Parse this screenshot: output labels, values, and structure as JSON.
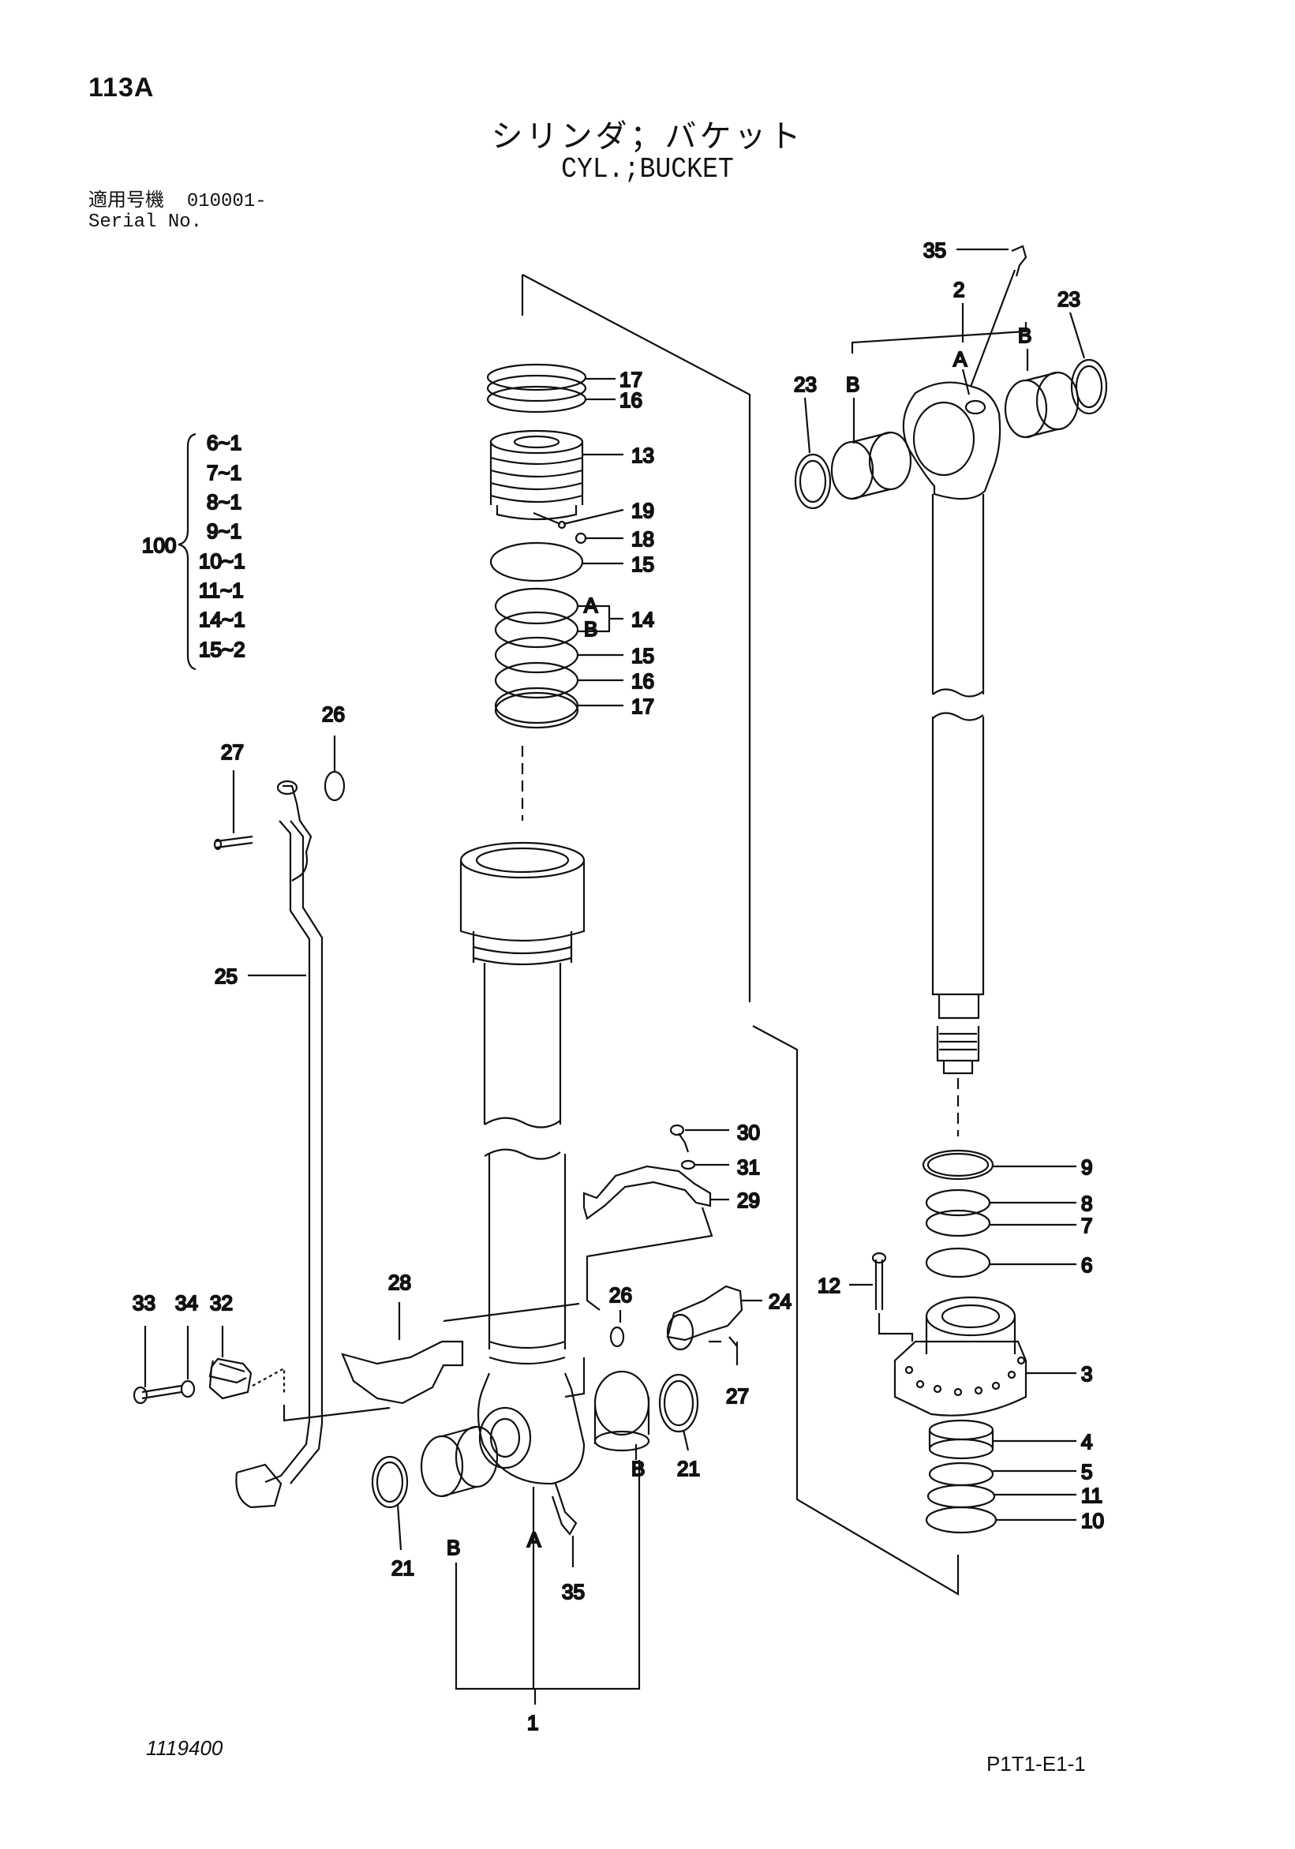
{
  "header": {
    "page_number": "113A",
    "title_jp": "シリンダ；バケット",
    "title_en": "CYL.;BUCKET",
    "serial_label_jp": "適用号機",
    "serial_value": "010001-",
    "serial_label_en": "Serial No."
  },
  "footer": {
    "drawing_number": "1119400",
    "reference_code": "P1T1-E1-1"
  },
  "kit": {
    "label": "100",
    "items": [
      "6~1",
      "7~1",
      "8~1",
      "9~1",
      "10~1",
      "11~1",
      "14~1",
      "15~2"
    ]
  },
  "callouts": {
    "p1": "1",
    "p2": "2",
    "p3": "3",
    "p4": "4",
    "p5": "5",
    "p6": "6",
    "p7": "7",
    "p8": "8",
    "p9": "9",
    "p10": "10",
    "p11": "11",
    "p12": "12",
    "p13": "13",
    "p14": "14",
    "p15": "15",
    "p16": "16",
    "p17": "17",
    "p18": "18",
    "p19": "19",
    "p21": "21",
    "p23": "23",
    "p24": "24",
    "p25": "25",
    "p26": "26",
    "p27": "27",
    "p28": "28",
    "p29": "29",
    "p30": "30",
    "p31": "31",
    "p32": "32",
    "p33": "33",
    "p34": "34",
    "p35": "35",
    "letter_a": "A",
    "letter_b": "B"
  }
}
